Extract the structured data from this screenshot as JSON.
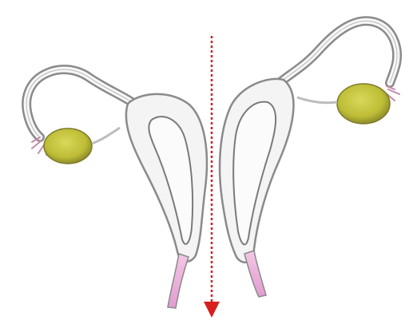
{
  "figure": {
    "subject": "uterus-didelphys-illustration",
    "has_text": false,
    "colors": {
      "background": "#ffffff",
      "outline": "#8a8a8a",
      "outline_dark": "#5e5e5e",
      "tissue": "#f4f4f4",
      "ovary_fill": "#c4c438",
      "ovary_edge": "#7c7a2a",
      "vagina_fill": "#e9a6d6",
      "fimbriae": "#c48aa8",
      "midline": "#d81e1e"
    },
    "elements": [
      "left-uterine-horn",
      "right-uterine-horn",
      "left-fallopian-tube",
      "right-fallopian-tube",
      "left-ovary",
      "right-ovary",
      "left-vaginal-segment",
      "right-vaginal-segment",
      "midline-arrow"
    ]
  }
}
